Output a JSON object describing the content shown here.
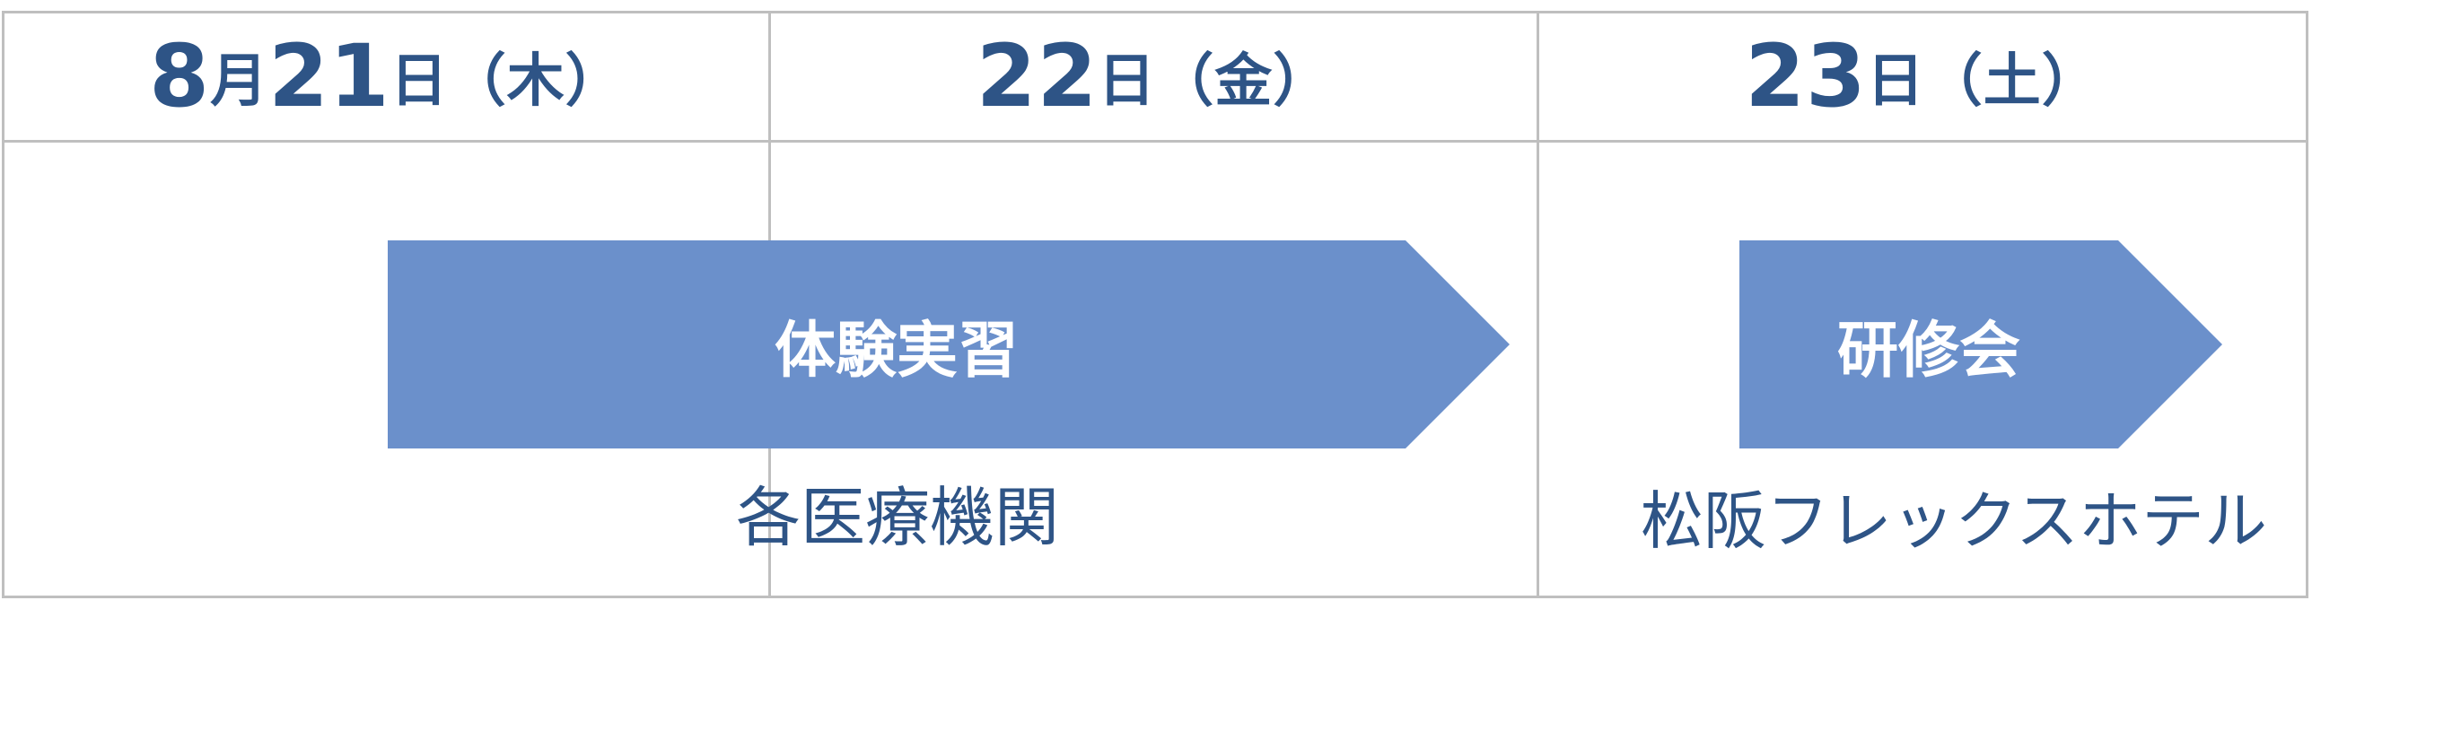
{
  "colors": {
    "arrow_fill": "#6b90cb",
    "header_text": "#2e5486",
    "grid": "#bfbfbf",
    "arrow_text": "#ffffff"
  },
  "header": {
    "day1": {
      "month": "8",
      "month_unit": "月",
      "day": "21",
      "day_unit": "日",
      "weekday": "（木）"
    },
    "day2": {
      "day": "22",
      "day_unit": "日",
      "weekday": "（金）"
    },
    "day3": {
      "day": "23",
      "day_unit": "日",
      "weekday": "（土）"
    }
  },
  "events": [
    {
      "label": "体験実習",
      "location": "各医療機関"
    },
    {
      "label": "研修会",
      "location": "松阪フレックスホテル"
    }
  ]
}
